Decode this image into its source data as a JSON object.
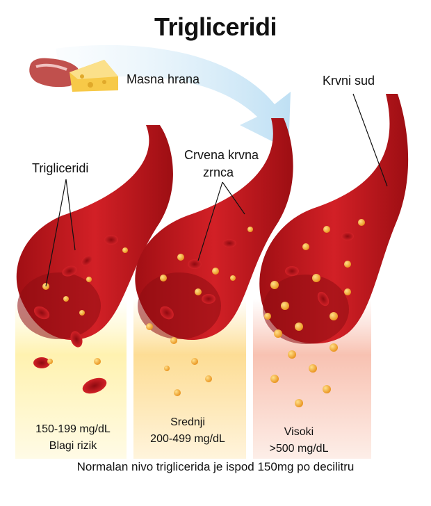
{
  "title": "Trigliceridi",
  "labels": {
    "food": "Masna hrana",
    "vessel": "Krvni sud",
    "triglycerides": "Trigliceridi",
    "red_cells_line1": "Crvena krvna",
    "red_cells_line2": "zrnca"
  },
  "stages": [
    {
      "line1": "150-199 mg/dL",
      "line2": "Blagi rizik",
      "color": "#fff5b0"
    },
    {
      "line1": "Srednji",
      "line2": "200-499 mg/dL",
      "color": "#fde9a0"
    },
    {
      "line1": "Visoki",
      "line2": ">500 mg/dL",
      "color": "#fbd3c8"
    }
  ],
  "footer": "Normalan nivo triglicerida je ispod 150mg po decilitru",
  "colors": {
    "blood_vessel": "#c4161c",
    "vessel_inner": "#8e0d12",
    "red_cell": "#d0161c",
    "fat_particle": "#f5a623",
    "arrow": "#cfe8f7",
    "food_meat": "#c0504d",
    "food_cheese": "#f7c948"
  }
}
